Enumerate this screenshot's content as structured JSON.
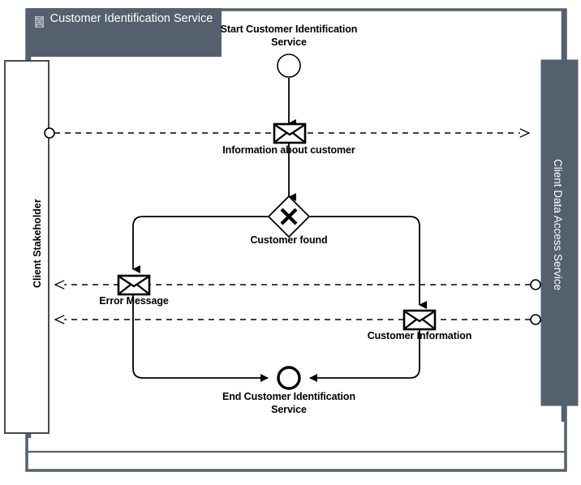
{
  "diagram": {
    "type": "bpmn-collaboration",
    "pool_title": "Customer Identification Service",
    "pool_icon": "service-collaboration-icon",
    "colors": {
      "pool_header_fill": "#54606e",
      "pool_header_text": "#ffffff",
      "frame_border": "#54606e",
      "participant_dark_fill": "#54606e",
      "participant_light_fill": "#ffffff",
      "participant_border": "#4a4a4a",
      "flow_stroke": "#000000"
    },
    "participants": [
      {
        "id": "client-stakeholder",
        "label": "Client Stakeholder",
        "style": "white",
        "orientation": "vertical-up"
      },
      {
        "id": "client-data-access-service",
        "label": "Client Data Access Service",
        "style": "dark",
        "orientation": "vertical-down"
      }
    ],
    "nodes": [
      {
        "id": "start-event",
        "type": "start-event",
        "label": "Start Customer Identification\nService"
      },
      {
        "id": "msg-information-about-customer",
        "type": "message-throw-event",
        "label": "Information about customer"
      },
      {
        "id": "gateway-customer-found",
        "type": "exclusive-gateway",
        "label": "Customer found",
        "symbol": "X"
      },
      {
        "id": "msg-error-message",
        "type": "message-throw-event",
        "label": "Error Message"
      },
      {
        "id": "msg-customer-information",
        "type": "message-throw-event",
        "label": "Customer Information"
      },
      {
        "id": "end-event",
        "type": "end-event",
        "label": "End Customer Identification\nService"
      }
    ],
    "message_flows": [
      {
        "id": "flow-information-about-customer",
        "from": "client-stakeholder",
        "to": "client-data-access-service",
        "direction": "right",
        "source_marker": "circle",
        "target_marker": "open-arrow"
      },
      {
        "id": "flow-error-message",
        "from": "client-data-access-service",
        "to": "client-stakeholder",
        "direction": "left",
        "source_marker": "circle",
        "target_marker": "open-arrow"
      },
      {
        "id": "flow-customer-information",
        "from": "client-data-access-service",
        "to": "client-stakeholder",
        "direction": "left",
        "source_marker": "circle",
        "target_marker": "open-arrow"
      }
    ]
  }
}
